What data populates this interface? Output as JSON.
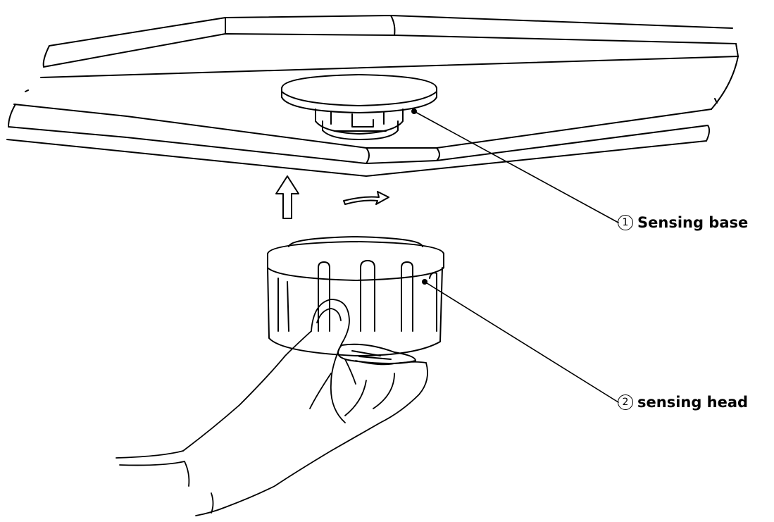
{
  "callouts": [
    {
      "number": "1",
      "text": "Sensing base"
    },
    {
      "number": "2",
      "text": "sensing head"
    }
  ]
}
